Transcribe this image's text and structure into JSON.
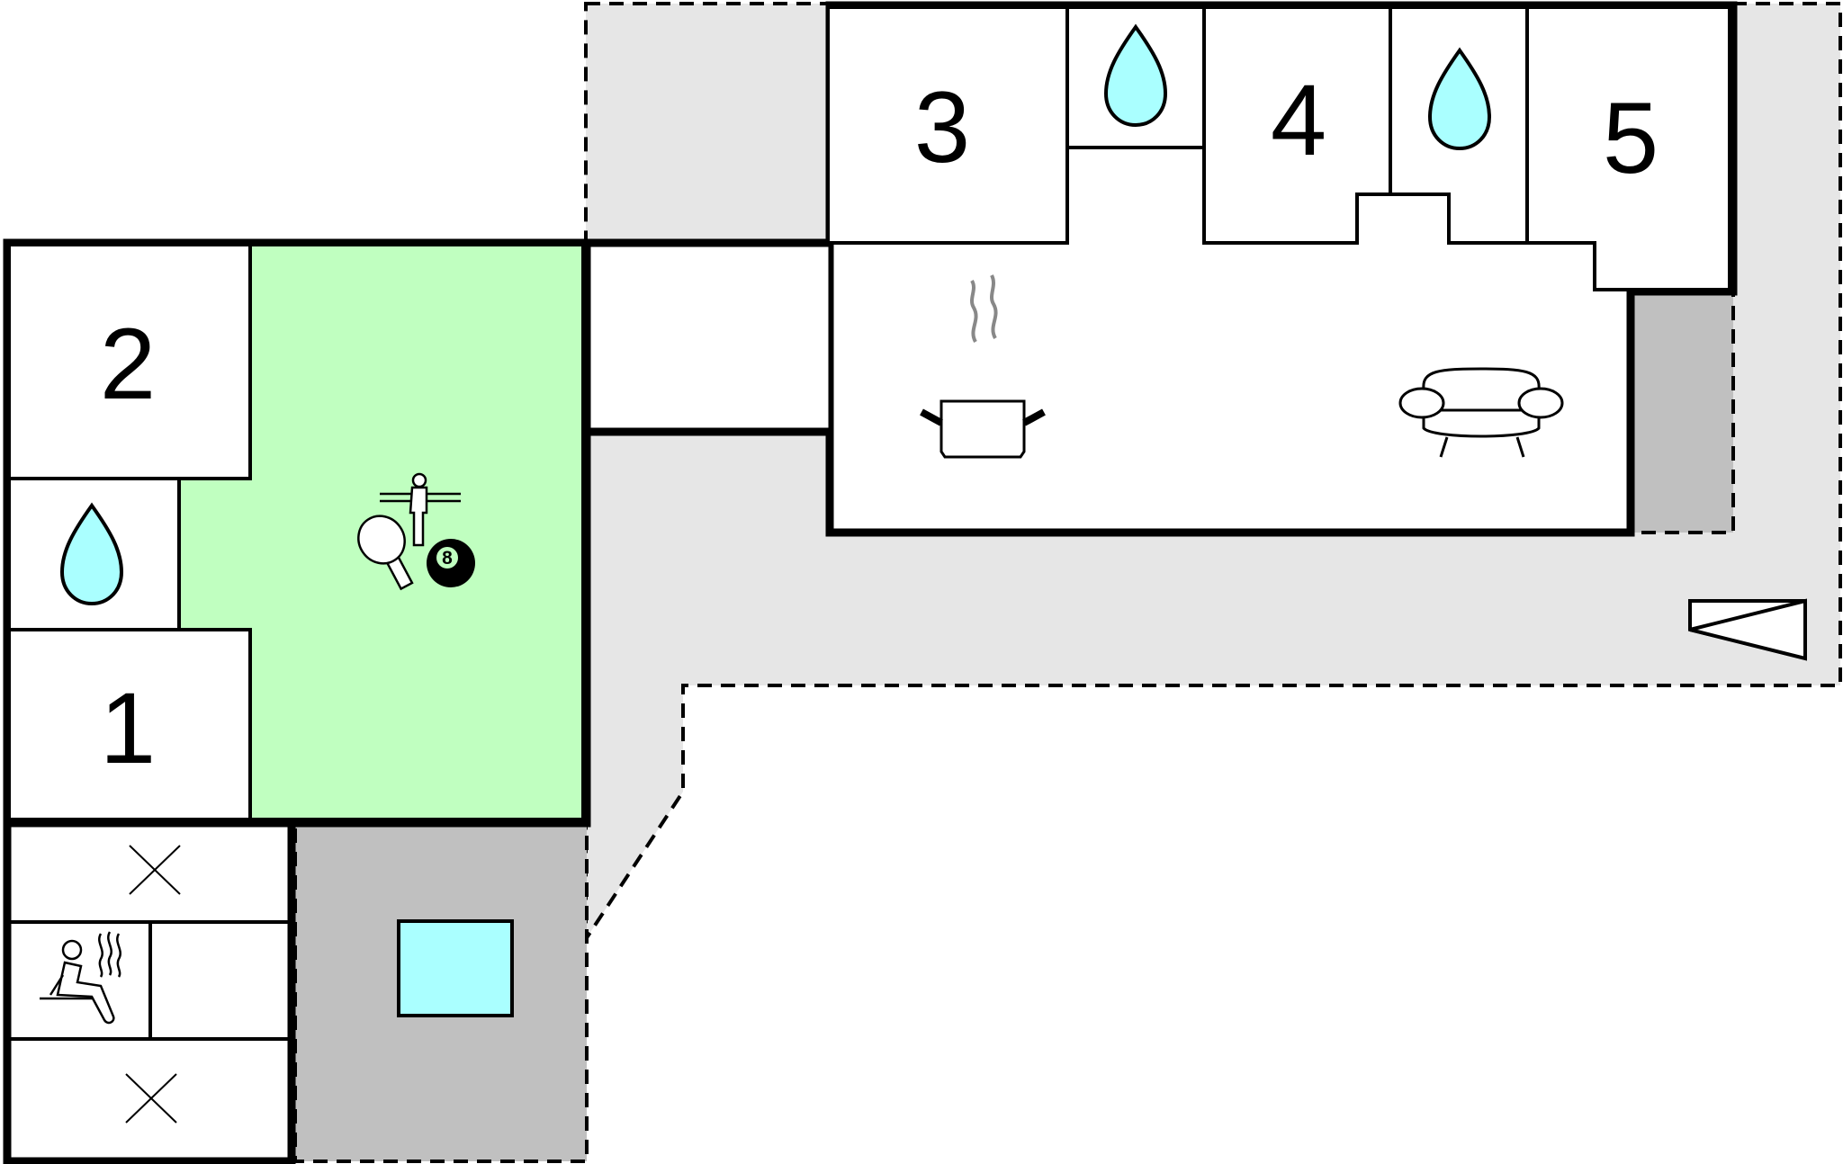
{
  "rooms": [
    {
      "id": "bedroom-1",
      "label": "1"
    },
    {
      "id": "bedroom-2",
      "label": "2"
    },
    {
      "id": "bedroom-3",
      "label": "3"
    },
    {
      "id": "bedroom-4",
      "label": "4"
    },
    {
      "id": "bedroom-5",
      "label": "5"
    }
  ],
  "billiard_ball_number": "8",
  "icons": [
    "water-drop-icon",
    "table-tennis-icon",
    "table-football-icon",
    "billiard-ball-icon",
    "cooking-pot-icon",
    "sofa-icon",
    "sauna-icon",
    "cross-icon",
    "entrance-arrow-icon",
    "pool-icon"
  ],
  "colors": {
    "activity_room": "#c0ffc0",
    "water": "#aaffff",
    "terrace": "#e6e6e6",
    "covered": "#c0c0c0",
    "walls": "#000000"
  }
}
